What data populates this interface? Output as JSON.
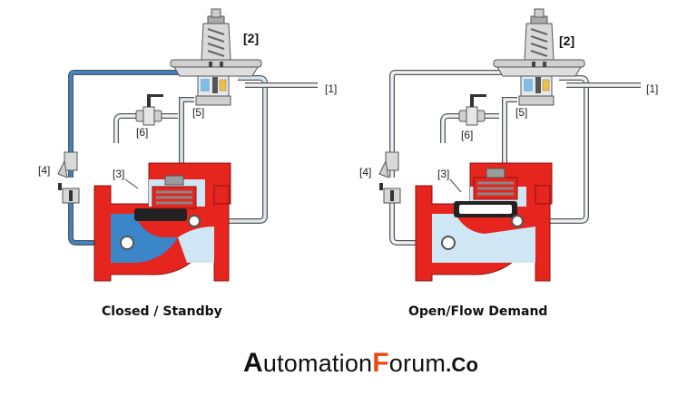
{
  "diagrams": [
    {
      "id": "closed",
      "caption": "Closed / Standby",
      "callouts": {
        "c1": "[1]",
        "c2": "[2]",
        "c3": "[3]",
        "c4": "[4]",
        "c5": "[5]",
        "c6": "[6]"
      }
    },
    {
      "id": "open",
      "caption": "Open/Flow Demand",
      "callouts": {
        "c1": "[1]",
        "c2": "[2]",
        "c3": "[3]",
        "c4": "[4]",
        "c5": "[5]",
        "c6": "[6]"
      }
    }
  ],
  "brand": {
    "a": "A",
    "utomation": "utomation",
    "f": "F",
    "orum": "orum",
    "co": ".Co"
  },
  "colors": {
    "valve_body": "#e5251e",
    "water_pressurized": "#3a86c8",
    "water_light": "#cfe6f5",
    "tube_outline": "#555555",
    "metal": "#bdbdbd",
    "brand_accent": "#e84b16"
  }
}
